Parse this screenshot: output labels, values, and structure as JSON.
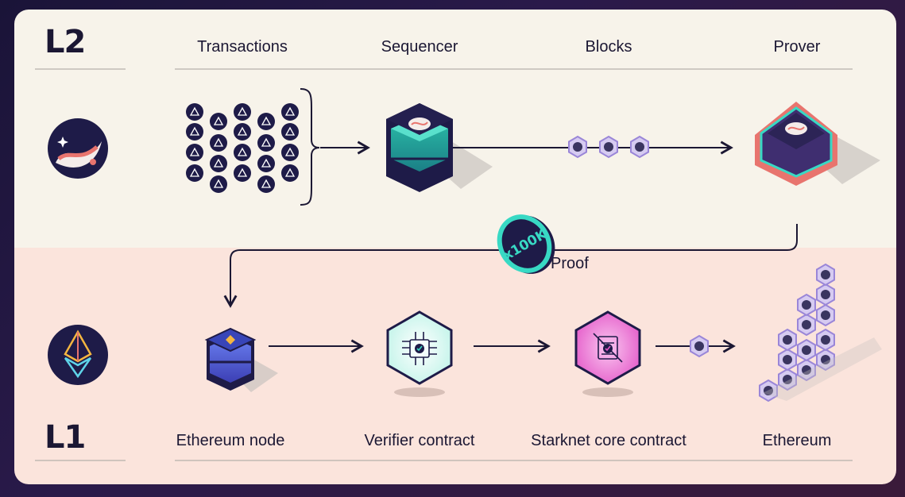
{
  "layers": {
    "l2": "L2",
    "l1": "L1"
  },
  "l2_steps": {
    "transactions": "Transactions",
    "sequencer": "Sequencer",
    "blocks": "Blocks",
    "prover": "Prover"
  },
  "l1_steps": {
    "ethereum_node": "Ethereum node",
    "verifier": "Verifier contract",
    "core": "Starknet core contract",
    "ethereum": "Ethereum"
  },
  "proof": {
    "label": "Proof",
    "coin_text": "x100K"
  },
  "colors": {
    "navy": "#1b1733",
    "teal": "#38d9c4",
    "purple": "#9a86d8",
    "pink": "#e458c8",
    "blue": "#5a6ee6",
    "coral": "#e8746e"
  }
}
